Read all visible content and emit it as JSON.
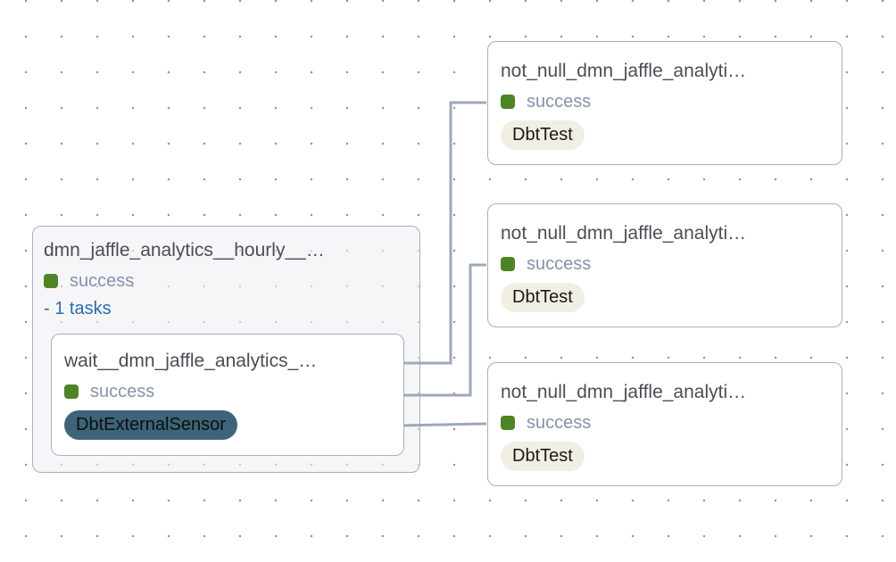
{
  "canvas": {
    "background_dot_color": "#94949c",
    "edge_color": "#9da8ba"
  },
  "status_color_success": "#4d8426",
  "group": {
    "title": "dmn_jaffle_analytics__hourly__…",
    "status": "success",
    "tasks_toggle_label": "- 1 tasks",
    "child": {
      "title": "wait__dmn_jaffle_analytics_…",
      "status": "success",
      "operator": "DbtExternalSensor",
      "operator_bg": "#3d6478",
      "operator_text_color": "#0c0e10"
    }
  },
  "nodes": [
    {
      "title": "not_null_dmn_jaffle_analyti…",
      "status": "success",
      "operator": "DbtTest",
      "operator_bg": "#f1efe2"
    },
    {
      "title": "not_null_dmn_jaffle_analyti…",
      "status": "success",
      "operator": "DbtTest",
      "operator_bg": "#f1efe2"
    },
    {
      "title": "not_null_dmn_jaffle_analyti…",
      "status": "success",
      "operator": "DbtTest",
      "operator_bg": "#f1efe2"
    }
  ]
}
